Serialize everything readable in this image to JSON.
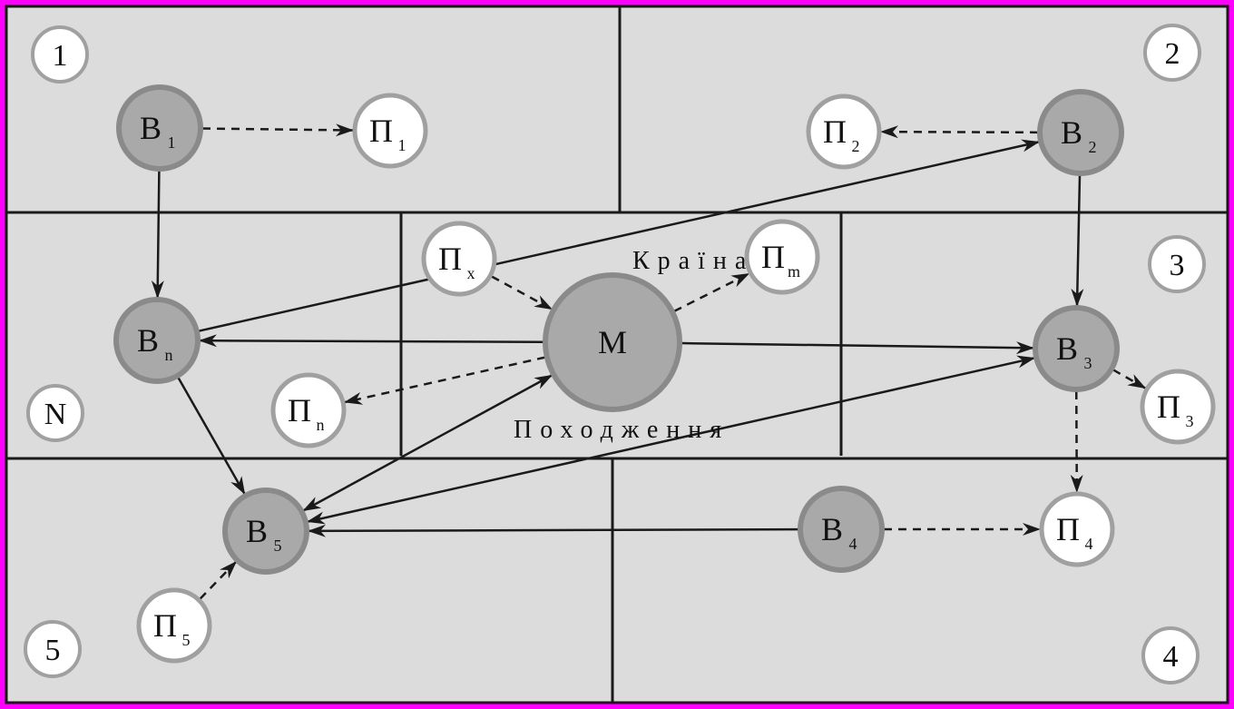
{
  "diagram": {
    "colors": {
      "border": "#ff00ff",
      "panel": "#dcdcdc",
      "grid_line": "#1a1a1a",
      "node_gray_fill": "#a9a9a9",
      "node_gray_stroke": "#8a8a8a",
      "node_white_fill": "#ffffff",
      "node_white_stroke": "#a0a0a0",
      "arrow": "#1a1a1a"
    },
    "regions": [
      {
        "id": "r1",
        "label": "1"
      },
      {
        "id": "r2",
        "label": "2"
      },
      {
        "id": "r3",
        "label": "3"
      },
      {
        "id": "rN",
        "label": "N"
      },
      {
        "id": "r5",
        "label": "5"
      },
      {
        "id": "r4",
        "label": "4"
      }
    ],
    "captions": {
      "country": "Країна",
      "origin": "Походження"
    },
    "nodes": [
      {
        "id": "B1",
        "main": "В",
        "sub": "1",
        "kind": "gray"
      },
      {
        "id": "P1",
        "main": "П",
        "sub": "1",
        "kind": "white"
      },
      {
        "id": "P2",
        "main": "П",
        "sub": "2",
        "kind": "white"
      },
      {
        "id": "B2",
        "main": "В",
        "sub": "2",
        "kind": "gray"
      },
      {
        "id": "Px",
        "main": "П",
        "sub": "x",
        "kind": "white"
      },
      {
        "id": "Pm",
        "main": "П",
        "sub": "m",
        "kind": "white"
      },
      {
        "id": "Bn",
        "main": "В",
        "sub": "n",
        "kind": "gray"
      },
      {
        "id": "M",
        "main": "М",
        "sub": "",
        "kind": "gray"
      },
      {
        "id": "B3",
        "main": "В",
        "sub": "3",
        "kind": "gray"
      },
      {
        "id": "Pn",
        "main": "П",
        "sub": "n",
        "kind": "white"
      },
      {
        "id": "P3",
        "main": "П",
        "sub": "3",
        "kind": "white"
      },
      {
        "id": "B5",
        "main": "В",
        "sub": "5",
        "kind": "gray"
      },
      {
        "id": "B4",
        "main": "В",
        "sub": "4",
        "kind": "gray"
      },
      {
        "id": "P4",
        "main": "П",
        "sub": "4",
        "kind": "white"
      },
      {
        "id": "P5",
        "main": "П",
        "sub": "5",
        "kind": "white"
      }
    ],
    "edges": [
      {
        "from": "B1",
        "to": "P1",
        "style": "dashed"
      },
      {
        "from": "B2",
        "to": "P2",
        "style": "dashed"
      },
      {
        "from": "B1",
        "to": "Bn",
        "style": "solid"
      },
      {
        "from": "Bn",
        "to": "B2",
        "style": "solid"
      },
      {
        "from": "B2",
        "to": "B3",
        "style": "solid"
      },
      {
        "from": "Px",
        "to": "M",
        "style": "dashed"
      },
      {
        "from": "M",
        "to": "Pm",
        "style": "dashed"
      },
      {
        "from": "M",
        "to": "Bn",
        "style": "solid"
      },
      {
        "from": "M",
        "to": "B3",
        "style": "solid"
      },
      {
        "from": "M",
        "to": "Pn",
        "style": "dashed"
      },
      {
        "from": "B3",
        "to": "P3",
        "style": "dashed"
      },
      {
        "from": "B3",
        "to": "P4",
        "style": "dashed"
      },
      {
        "from": "Bn",
        "to": "B5",
        "style": "solid"
      },
      {
        "from": "B5",
        "to": "M",
        "style": "solid",
        "both": true
      },
      {
        "from": "B5",
        "to": "B3",
        "style": "solid",
        "both": true
      },
      {
        "from": "B4",
        "to": "B5",
        "style": "solid"
      },
      {
        "from": "B4",
        "to": "P4",
        "style": "dashed"
      },
      {
        "from": "P5",
        "to": "B5",
        "style": "dashed"
      }
    ]
  }
}
